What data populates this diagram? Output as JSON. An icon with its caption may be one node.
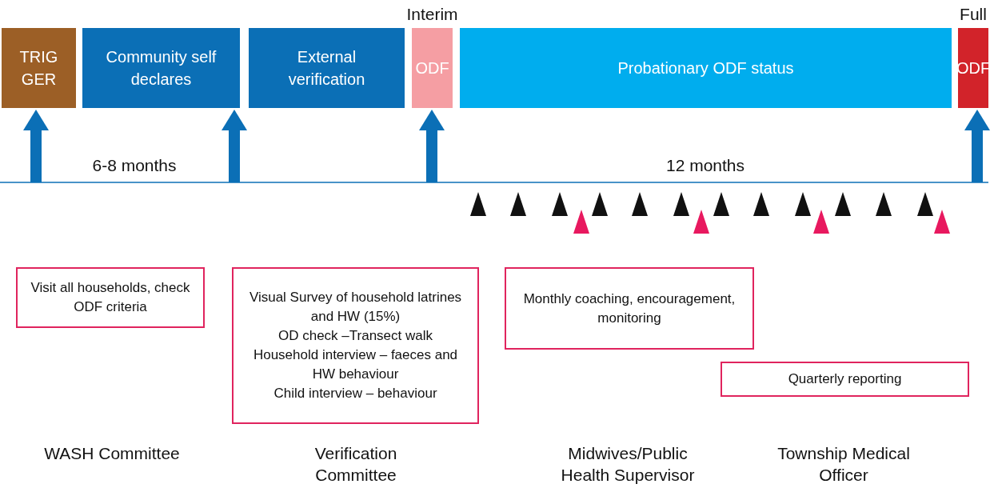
{
  "diagram": {
    "nodes": [
      {
        "text": [
          "TRIG GER"
        ]
      },
      {
        "text": [
          "Community self declares"
        ]
      },
      {
        "text": [
          "External verification"
        ]
      },
      {
        "text": [
          "ODF"
        ],
        "beside": [
          "Interim"
        ]
      },
      {
        "text": [
          "Probationary ODF status"
        ]
      },
      {
        "text": [
          "ODF"
        ],
        "beside": [
          "Full"
        ]
      },
      {
        "text": [
          "Visit all households, check ODF criteria"
        ]
      },
      {
        "text": [
          "Visual Survey of household latrines and HW (15%)",
          "OD check –Transect walk",
          "Household interview – faeces and HW behaviour",
          "Child interview – behaviour"
        ]
      },
      {
        "text": [
          "Monthly coaching, encouragement, monitoring"
        ]
      },
      {
        "text": [
          "Quarterly reporting"
        ]
      }
    ],
    "edges": [
      {
        "from": null,
        "to": 0,
        "arrow": "to"
      },
      {
        "from": null,
        "to": 1,
        "arrow": "to"
      },
      {
        "from": null,
        "to": 3,
        "arrow": "to"
      },
      {
        "from": null,
        "to": 5,
        "arrow": "to"
      }
    ],
    "labels": [
      "6-8 months",
      "12 months",
      "WASH Committee",
      "Verification Committee",
      "Midwives/Public Health Supervisor",
      "Township Medical Officer"
    ]
  }
}
